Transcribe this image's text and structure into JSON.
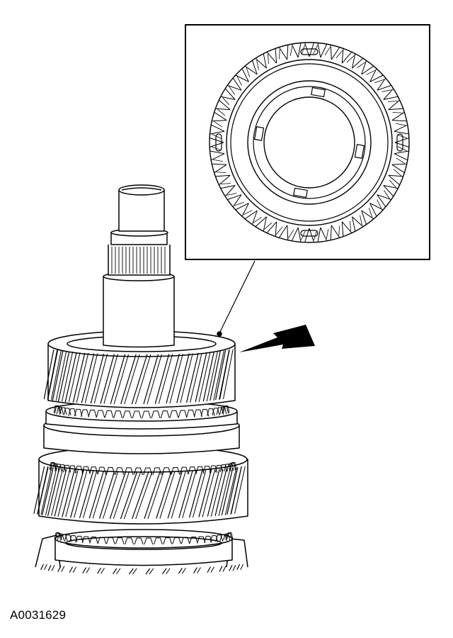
{
  "figure": {
    "id_label": "A0031629"
  },
  "components": {
    "main_view": "gear-cluster-on-shaft",
    "detail_view": "synchronizer-ring-top-view",
    "indicator": "direction-arrow-icon"
  },
  "colors": {
    "line": "#000000",
    "background": "#ffffff"
  }
}
